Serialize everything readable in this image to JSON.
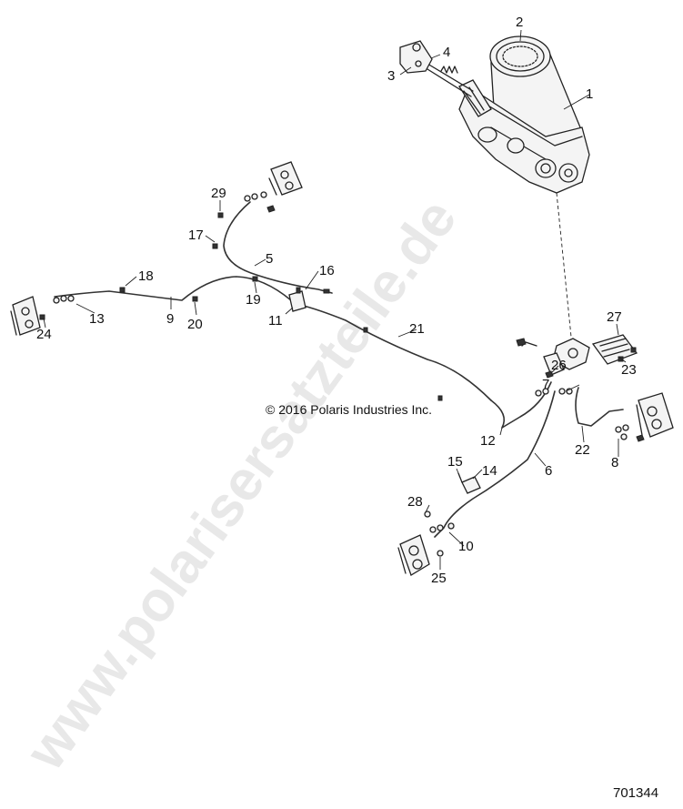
{
  "watermark": "www.polarisersatzteile.de",
  "copyright": "© 2016 Polaris Industries Inc.",
  "document_number": "701344",
  "callouts": [
    "1",
    "2",
    "3",
    "4",
    "5",
    "6",
    "7",
    "8",
    "9",
    "10",
    "11",
    "12",
    "13",
    "14",
    "15",
    "16",
    "17",
    "18",
    "19",
    "20",
    "21",
    "22",
    "23",
    "24",
    "25",
    "26",
    "27",
    "28",
    "29"
  ]
}
